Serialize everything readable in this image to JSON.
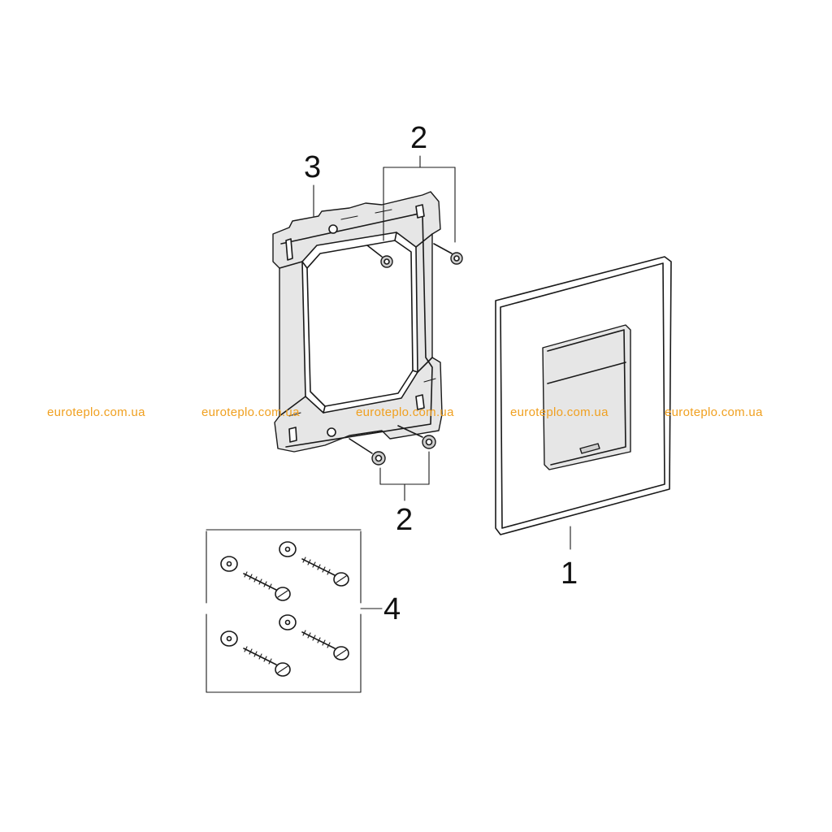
{
  "callouts": {
    "part1": "1",
    "part2_top": "2",
    "part2_bottom": "2",
    "part3": "3",
    "part4": "4"
  },
  "watermarks": [
    "euroteplo.com.ua",
    "euroteplo.com.ua",
    "euroteplo.com.ua",
    "euroteplo.com.ua",
    "euroteplo.com.ua"
  ],
  "colors": {
    "line": "#1a1a1a",
    "watermark": "#f0a020",
    "background": "#ffffff"
  }
}
